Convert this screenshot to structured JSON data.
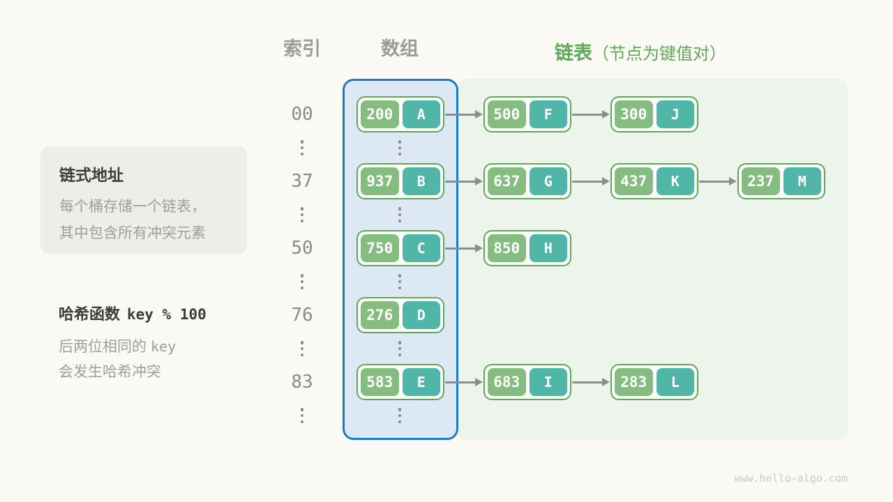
{
  "headers": {
    "index": "索引",
    "array": "数组",
    "linked_list": "链表",
    "linked_list_note": "（节点为键值对）"
  },
  "info_box": {
    "title": "链式地址",
    "line1": "每个桶存储一个链表，",
    "line2": "其中包含所有冲突元素"
  },
  "hash_note": {
    "title_text": "哈希函数",
    "title_code": "key % 100",
    "line1_text": "后两位相同的",
    "line1_code": "key",
    "line2_text": "会发生哈希冲突"
  },
  "rows": [
    {
      "index": "00",
      "nodes": [
        {
          "key": "200",
          "value": "A"
        },
        {
          "key": "500",
          "value": "F"
        },
        {
          "key": "300",
          "value": "J"
        }
      ]
    },
    {
      "index": "37",
      "nodes": [
        {
          "key": "937",
          "value": "B"
        },
        {
          "key": "637",
          "value": "G"
        },
        {
          "key": "437",
          "value": "K"
        },
        {
          "key": "237",
          "value": "M"
        }
      ]
    },
    {
      "index": "50",
      "nodes": [
        {
          "key": "750",
          "value": "C"
        },
        {
          "key": "850",
          "value": "H"
        }
      ]
    },
    {
      "index": "76",
      "nodes": [
        {
          "key": "276",
          "value": "D"
        }
      ]
    },
    {
      "index": "83",
      "nodes": [
        {
          "key": "583",
          "value": "E"
        },
        {
          "key": "683",
          "value": "I"
        },
        {
          "key": "283",
          "value": "L"
        }
      ]
    }
  ],
  "colors": {
    "background": "#FAF9F3",
    "key_green": "#85BD80",
    "value_teal": "#50B6A7",
    "node_border_green": "#5EA855",
    "array_panel_fill": "#DCE9F5",
    "array_panel_border": "#1C7BC5",
    "list_panel_fill": "#EDF4EB",
    "header_green": "#5FA85A",
    "header_gray": "#9B9B9B",
    "arrow_gray": "#8C8C8C"
  },
  "watermark": "www.hello-algo.com"
}
